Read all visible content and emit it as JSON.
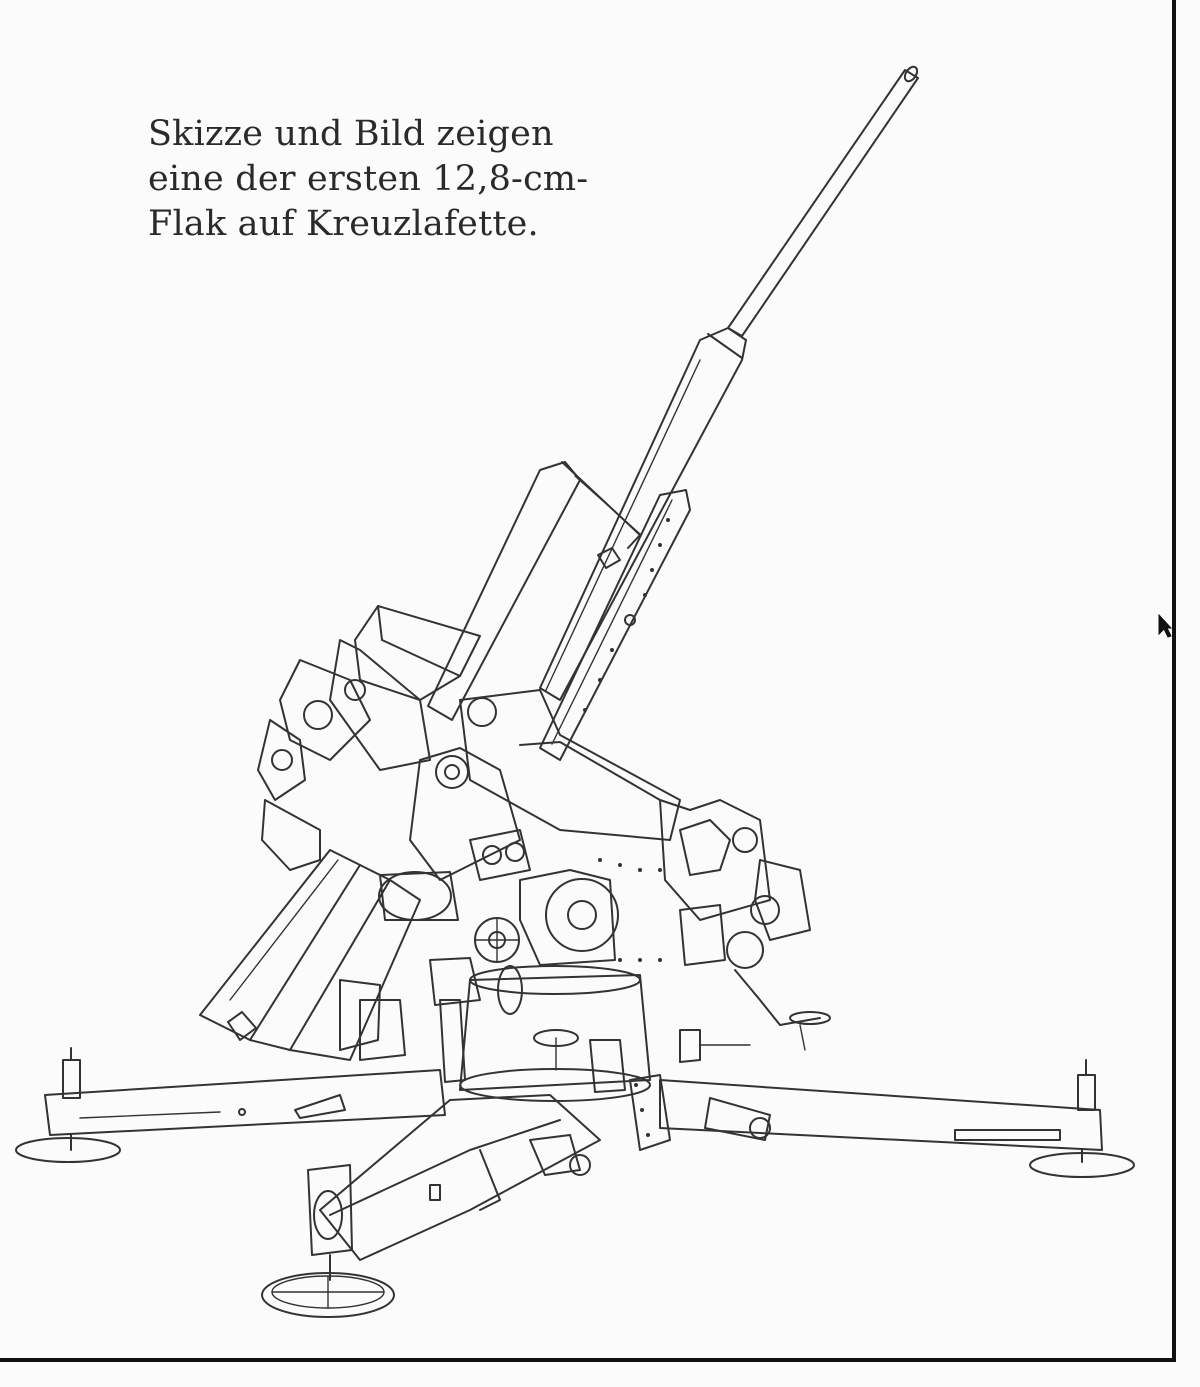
{
  "caption": {
    "line1": "Skizze und Bild zeigen",
    "line2": "eine der ersten 12,8-cm-",
    "line3": "Flak auf Kreuzlafette."
  },
  "illustration": {
    "subject": "12,8-cm-Flak auf Kreuzlafette",
    "style": "line drawing"
  },
  "colors": {
    "ink": "#333333",
    "paper": "#fbfbfb",
    "frame": "#111111"
  }
}
